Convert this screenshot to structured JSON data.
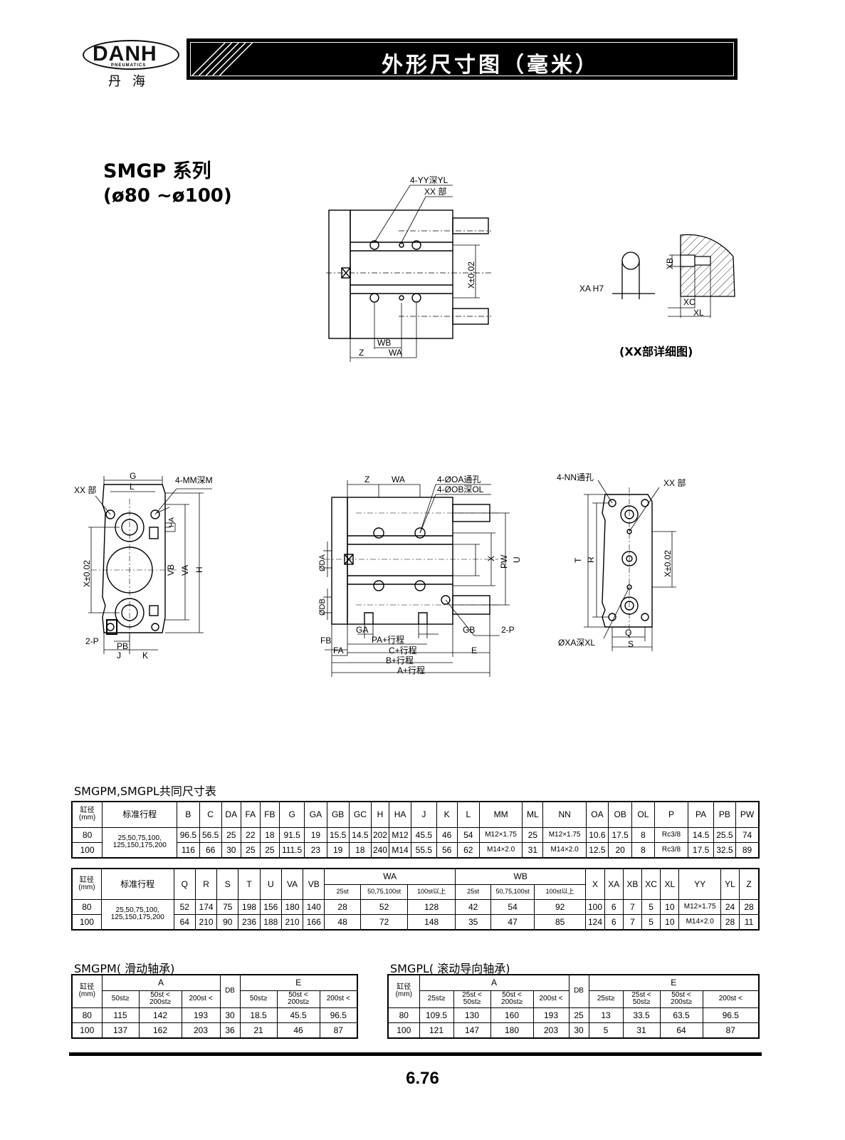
{
  "header": {
    "logo_text": "DANH",
    "logo_sub": "PNEUMATICS",
    "logo_cn": "丹海",
    "title": "外形尺寸图（毫米）"
  },
  "series": {
    "name": "SMGP 系列",
    "range": "(ø80 ~ø100)"
  },
  "drawings": {
    "top_view": {
      "labels": [
        "4-YY深YL",
        "XX 部",
        "X±0.02",
        "WB",
        "Z",
        "WA"
      ]
    },
    "detail": {
      "labels": [
        "XA H7",
        "XB",
        "XC",
        "XL"
      ],
      "caption": "(XX部详细图)"
    },
    "front_view": {
      "labels": [
        "G",
        "L",
        "XX 部",
        "4-MM深ML",
        "HA",
        "X±0.02",
        "VB",
        "VA",
        "H",
        "2-P",
        "PB",
        "J",
        "K"
      ]
    },
    "side_view": {
      "labels": [
        "Z",
        "WA",
        "4-ØOA通孔",
        "4-ØOB深OL",
        "ØDA",
        "X",
        "U",
        "PW",
        "ØDB",
        "GA",
        "GB",
        "2-P",
        "FB",
        "PA+行程",
        "FA",
        "C+行程",
        "E",
        "B+行程",
        "A+行程"
      ]
    },
    "end_view": {
      "labels": [
        "4-NN通孔",
        "XX 部",
        "T",
        "R",
        "X±0.02",
        "Q",
        "ØXA深XL",
        "S"
      ]
    }
  },
  "table1": {
    "title": "SMGPM,SMGPL共同尺寸表",
    "head_bore": "缸径",
    "head_mm": "(mm)",
    "head_stroke": "标准行程",
    "columns": [
      "B",
      "C",
      "DA",
      "FA",
      "FB",
      "G",
      "GA",
      "GB",
      "GC",
      "H",
      "HA",
      "J",
      "K",
      "L",
      "MM",
      "ML",
      "NN",
      "OA",
      "OB",
      "OL",
      "P",
      "PA",
      "PB",
      "PW"
    ],
    "strokes": "25,50,75,100,",
    "strokes2": "125,150,175,200",
    "rows": [
      {
        "bore": "80",
        "values": [
          "96.5",
          "56.5",
          "25",
          "22",
          "18",
          "91.5",
          "19",
          "15.5",
          "14.5",
          "202",
          "M12",
          "45.5",
          "46",
          "54",
          "M12×1.75",
          "25",
          "M12×1.75",
          "10.6",
          "17.5",
          "8",
          "Rc3/8",
          "14.5",
          "25.5",
          "74"
        ]
      },
      {
        "bore": "100",
        "values": [
          "116",
          "66",
          "30",
          "25",
          "25",
          "111.5",
          "23",
          "19",
          "18",
          "240",
          "M14",
          "55.5",
          "56",
          "62",
          "M14×2.0",
          "31",
          "M14×2.0",
          "12.5",
          "20",
          "8",
          "Rc3/8",
          "17.5",
          "32.5",
          "89"
        ]
      }
    ]
  },
  "table2": {
    "head_bore": "缸径",
    "head_mm": "(mm)",
    "head_stroke": "标准行程",
    "columns_a": [
      "Q",
      "R",
      "S",
      "T",
      "U",
      "VA",
      "VB"
    ],
    "wa": "WA",
    "wb": "WB",
    "sub": [
      "25st",
      "50,75,100st",
      "100st以上"
    ],
    "columns_b": [
      "X",
      "XA",
      "XB",
      "XC",
      "XL",
      "YY",
      "YL",
      "Z"
    ],
    "strokes": "25,50,75,100,",
    "strokes2": "125,150,175,200",
    "rows": [
      {
        "bore": "80",
        "a": [
          "52",
          "174",
          "75",
          "198",
          "156",
          "180",
          "140"
        ],
        "wa": [
          "28",
          "52",
          "128"
        ],
        "wb": [
          "42",
          "54",
          "92"
        ],
        "b": [
          "100",
          "6",
          "7",
          "5",
          "10",
          "M12×1.75",
          "24",
          "28"
        ]
      },
      {
        "bore": "100",
        "a": [
          "64",
          "210",
          "90",
          "236",
          "188",
          "210",
          "166"
        ],
        "wa": [
          "48",
          "72",
          "148"
        ],
        "wb": [
          "35",
          "47",
          "85"
        ],
        "b": [
          "124",
          "6",
          "7",
          "5",
          "10",
          "M14×2.0",
          "28",
          "11"
        ]
      }
    ]
  },
  "table3": {
    "title": "SMGPM( 滑动轴承)",
    "head_bore": "缸径",
    "head_mm": "(mm)",
    "a": "A",
    "db": "DB",
    "e": "E",
    "a_sub": [
      "50st≥",
      "50st <\n200st≥",
      "200st <"
    ],
    "e_sub": [
      "50st≥",
      "50st <\n200st≥",
      "200st <"
    ],
    "rows": [
      {
        "bore": "80",
        "a": [
          "115",
          "142",
          "193"
        ],
        "db": "30",
        "e": [
          "18.5",
          "45.5",
          "96.5"
        ]
      },
      {
        "bore": "100",
        "a": [
          "137",
          "162",
          "203"
        ],
        "db": "36",
        "e": [
          "21",
          "46",
          "87"
        ]
      }
    ]
  },
  "table4": {
    "title": "SMGPL( 滚动导向轴承)",
    "head_bore": "缸径",
    "head_mm": "(mm)",
    "a": "A",
    "db": "DB",
    "e": "E",
    "a_sub": [
      "25st≥",
      "25st <\n50st≥",
      "50st <\n200st≥",
      "200st <"
    ],
    "e_sub": [
      "25st≥",
      "25st <\n50st≥",
      "50st <\n200st≥",
      "200st <"
    ],
    "rows": [
      {
        "bore": "80",
        "a": [
          "109.5",
          "130",
          "160",
          "193"
        ],
        "db": "25",
        "e": [
          "13",
          "33.5",
          "63.5",
          "96.5"
        ]
      },
      {
        "bore": "100",
        "a": [
          "121",
          "147",
          "180",
          "203"
        ],
        "db": "30",
        "e": [
          "5",
          "31",
          "64",
          "87"
        ]
      }
    ]
  },
  "footer": {
    "page": "6.76"
  }
}
